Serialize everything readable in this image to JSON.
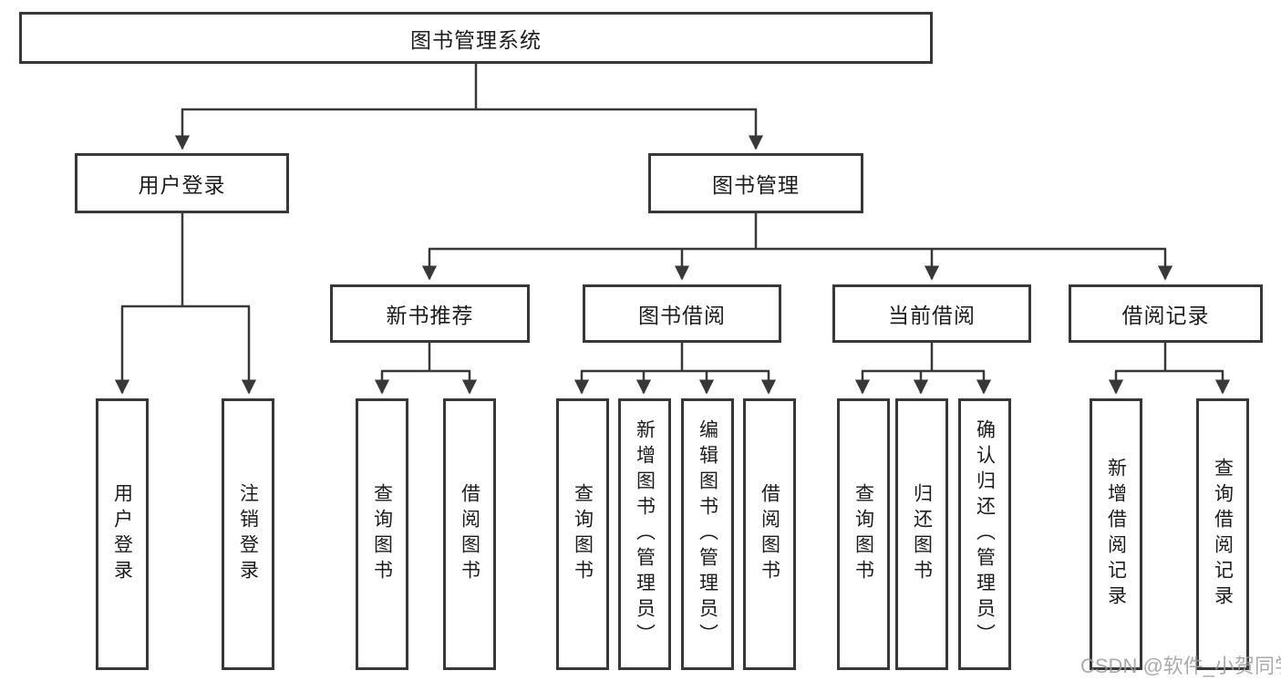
{
  "diagram": {
    "root": {
      "label": "图书管理系统"
    },
    "branches": [
      {
        "label": "用户登录",
        "children": [
          {
            "label": "用户登录"
          },
          {
            "label": "注销登录"
          }
        ]
      },
      {
        "label": "图书管理",
        "children": [
          {
            "label": "新书推荐",
            "children": [
              {
                "label": "查询图书"
              },
              {
                "label": "借阅图书"
              }
            ]
          },
          {
            "label": "图书借阅",
            "children": [
              {
                "label": "查询图书"
              },
              {
                "label": "新增图书（管理员）"
              },
              {
                "label": "编辑图书（管理员）"
              },
              {
                "label": "借阅图书"
              }
            ]
          },
          {
            "label": "当前借阅",
            "children": [
              {
                "label": "查询图书"
              },
              {
                "label": "归还图书"
              },
              {
                "label": "确认归还（管理员）"
              }
            ]
          },
          {
            "label": "借阅记录",
            "children": [
              {
                "label": "新增借阅记录"
              },
              {
                "label": "查询借阅记录"
              }
            ]
          }
        ]
      }
    ],
    "watermark": "CSDN @软件_小贺同学",
    "colors": {
      "line": "#383838",
      "box_border": "#383838",
      "box_fill": "#ffffff",
      "text": "#1c1c1c",
      "watermark": "#9b9b9b"
    }
  }
}
